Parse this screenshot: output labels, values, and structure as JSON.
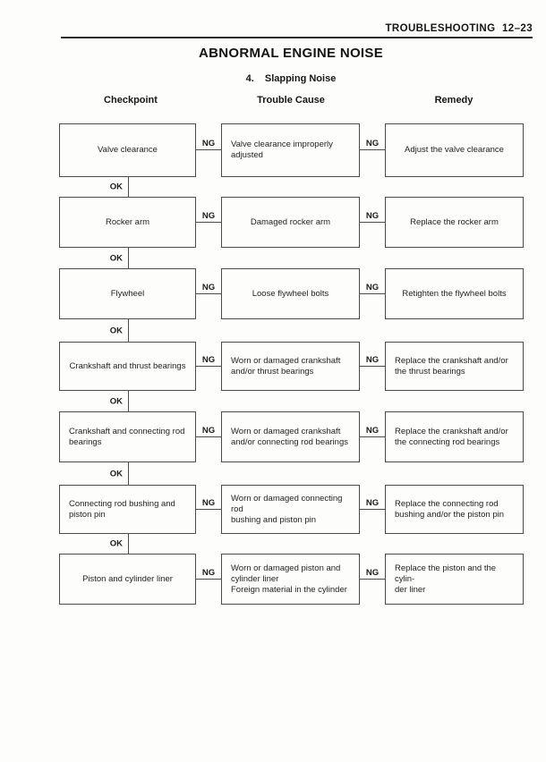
{
  "page": {
    "running_header": "TROUBLESHOOTING 12–23",
    "title": "ABNORMAL ENGINE NOISE",
    "section_number": "4.",
    "section_title": "Slapping Noise"
  },
  "columns": {
    "checkpoint": "Checkpoint",
    "trouble_cause": "Trouble Cause",
    "remedy": "Remedy"
  },
  "labels": {
    "ok": "OK"
  },
  "colors": {
    "ink": "#1f1f1f",
    "box_border": "#4c4c4c",
    "paper": "#fdfdfc"
  },
  "rows": [
    {
      "checkpoint": "Valve clearance",
      "ng1": "NG",
      "trouble_cause": "Valve clearance improperly\nadjusted",
      "ng2": "NG",
      "remedy": "Adjust the valve clearance"
    },
    {
      "checkpoint": "Rocker arm",
      "ng1": "NG",
      "trouble_cause": "Damaged rocker arm",
      "ng2": "NG",
      "remedy": "Replace the rocker arm"
    },
    {
      "checkpoint": "Flywheel",
      "ng1": "NG",
      "trouble_cause": "Loose flywheel bolts",
      "ng2": "NG",
      "remedy": "Retighten the flywheel bolts"
    },
    {
      "checkpoint": "Crankshaft and thrust bearings",
      "ng1": "NG",
      "trouble_cause": "Worn or damaged crankshaft\nand/or thrust bearings",
      "ng2": "NG",
      "remedy": "Replace the crankshaft and/or\nthe thrust bearings"
    },
    {
      "checkpoint": "Crankshaft and connecting rod\nbearings",
      "ng1": "NG",
      "trouble_cause": "Worn or damaged crankshaft\nand/or connecting rod bearings",
      "ng2": "NG",
      "remedy": "Replace the crankshaft and/or\nthe connecting rod bearings"
    },
    {
      "checkpoint": "Connecting rod bushing and\npiston pin",
      "ng1": "NG",
      "trouble_cause": "Worn or damaged connecting rod\nbushing and piston pin",
      "ng2": "NG",
      "remedy": "Replace the connecting rod\nbushing and/or the piston pin"
    },
    {
      "checkpoint": "Piston and cylinder liner",
      "ng1": "NG",
      "trouble_cause": "Worn or damaged piston and\ncylinder liner\nForeign material in the cylinder",
      "ng2": "NG",
      "remedy": "Replace the piston and the cylin-\nder liner"
    }
  ]
}
